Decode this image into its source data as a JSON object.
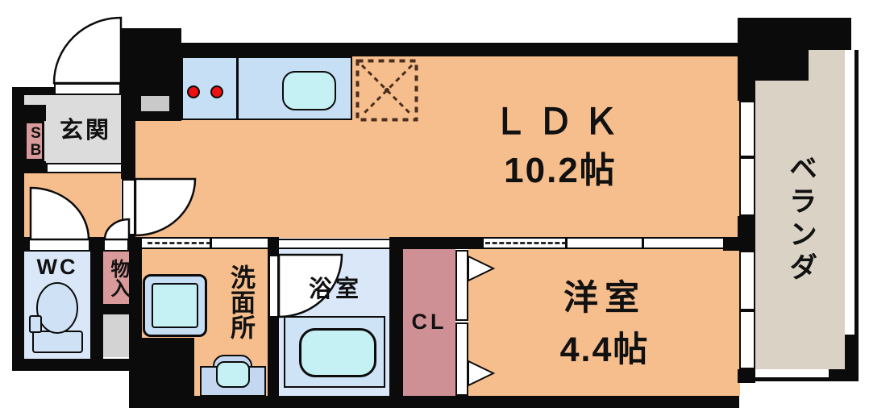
{
  "type": "apartment-floor-plan",
  "rooms": {
    "ldk": {
      "label": "ＬＤＫ",
      "size": "10.2帖"
    },
    "bedroom": {
      "label": "洋室",
      "size": "4.4帖"
    },
    "entrance": {
      "label": "玄関"
    },
    "shoe_box": {
      "label": "SB"
    },
    "toilet": {
      "label": "WC"
    },
    "storage": {
      "label": "物入"
    },
    "washroom": {
      "label": "洗面所"
    },
    "bathroom": {
      "label": "浴室"
    },
    "closet": {
      "label": "CL"
    },
    "veranda": {
      "label": "ベランダ"
    }
  },
  "fixtures": [
    "kitchen-counter",
    "stove-burners",
    "kitchen-sink",
    "refrigerator-space",
    "washing-machine-space",
    "washbasin",
    "toilet-bowl",
    "bathtub",
    "entrance-door-swing",
    "ldk-door-swing",
    "wc-door-swing",
    "storage-door-swing",
    "bathroom-door-swing",
    "closet-folding-doors",
    "sliding-doors",
    "veranda-windows"
  ],
  "colors": {
    "floor_orange": "#F7BE8D",
    "veranda_beige": "#DAD2C4",
    "wet_room_blue": "#D9E7F8",
    "fixture_blue": "#C7DFF4",
    "water_cyan": "#C5F1F4",
    "closet_mauve": "#CE9095",
    "accent_pink": "#D89A9A",
    "entrance_gray": "#DCDCDC",
    "burner_red": "#ED1111",
    "fridge_dash_brown": "#4A2F1E",
    "wall_black": "#0B0B0B"
  }
}
